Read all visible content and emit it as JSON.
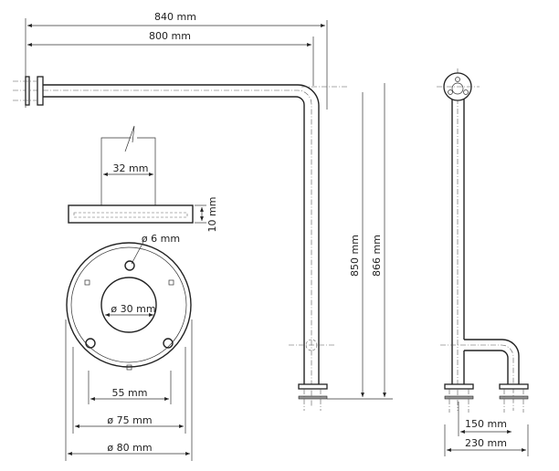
{
  "dimensions": {
    "overall_length": "840 mm",
    "arm_length": "800 mm",
    "tube_diameter": "32 mm",
    "plate_thickness": "10 mm",
    "hole_diameter": "ø 6 mm",
    "center_hole_diameter": "ø 30 mm",
    "hole_spacing": "55 mm",
    "inner_diameter": "ø 75 mm",
    "flange_diameter": "ø 80 mm",
    "height_center": "850 mm",
    "height_total": "866 mm",
    "support_spacing": "150 mm",
    "support_width": "230 mm"
  }
}
